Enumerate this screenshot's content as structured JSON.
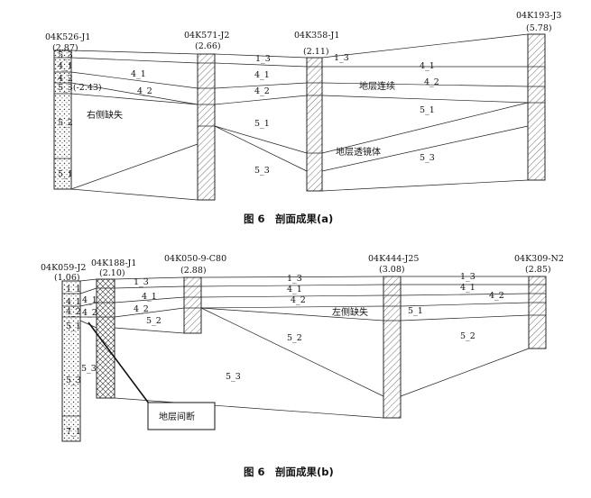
{
  "figure_a": {
    "caption": "图 6　剖面成果(a)",
    "boreholes": [
      {
        "id": "04K526-J1",
        "elev": "(2.87)"
      },
      {
        "id": "04K571-J2",
        "elev": "(2.66)"
      },
      {
        "id": "04K358-J1",
        "elev": "(2.11)"
      },
      {
        "id": "04K193-J3",
        "elev": "(5.78)"
      }
    ],
    "labels": {
      "l53a": "5_3",
      "l41a": "4_1",
      "l42a": "4_2",
      "l53e": "5_3(-2.43)",
      "l52a": "5_2",
      "l51a": "5_1",
      "m41": "4_1",
      "m42": "4_2",
      "m53b": "1_3",
      "m41b": "4_1",
      "m42b": "4_2",
      "m51b": "5_1",
      "m53c": "5_3",
      "m53d": "1_3",
      "m41c": "4_1",
      "m42c": "4_2",
      "m51c": "5_1",
      "m53f": "5_3"
    },
    "notes": {
      "right_missing": "右侧缺失",
      "continuous": "地层连续",
      "lens": "地层透镜体"
    }
  },
  "figure_b": {
    "caption": "图 6　剖面成果(b)",
    "boreholes": [
      {
        "id": "04K059-J2",
        "elev": "(1.06)"
      },
      {
        "id": "04K188-J1",
        "elev": "(2.10)"
      },
      {
        "id": "04K050-9-C80",
        "elev": "(2.88)"
      },
      {
        "id": "04K444-J25",
        "elev": "(3.08)"
      },
      {
        "id": "04K309-N2",
        "elev": "(2.85)"
      }
    ],
    "labels": {
      "b11": "1_1",
      "b41": "4_1",
      "b42": "4_2",
      "b51": "5_1",
      "b53": "5_3",
      "b71": "7_1",
      "c41": "4_1",
      "c42": "4_2",
      "c53": "5_3",
      "d13": "1_3",
      "d41": "4_1",
      "d42": "4_2",
      "d52": "5_2",
      "e13": "1_3",
      "e41": "4_1",
      "e42": "4_2",
      "e52": "5_2",
      "e53": "5_3",
      "f51": "5_1",
      "f13": "1_3",
      "f41": "4_1",
      "f42": "4_2",
      "f52": "5_2"
    },
    "notes": {
      "left_missing": "左侧缺失",
      "fault": "地层间断"
    }
  }
}
